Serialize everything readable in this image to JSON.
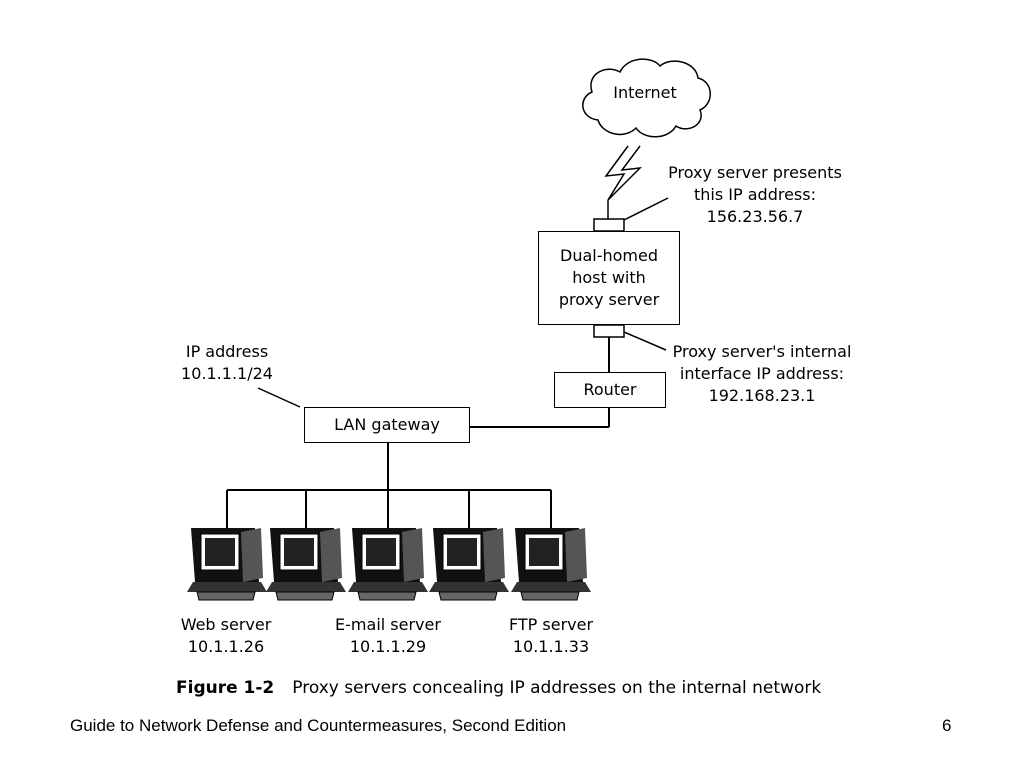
{
  "cloud": {
    "label": "Internet"
  },
  "proxy_external": {
    "line1": "Proxy server presents",
    "line2": "this IP address:",
    "line3": "156.23.56.7"
  },
  "dual_homed": {
    "line1": "Dual-homed",
    "line2": "host with",
    "line3": "proxy server"
  },
  "proxy_internal": {
    "line1": "Proxy server's internal",
    "line2": "interface IP address:",
    "line3": "192.168.23.1"
  },
  "router": {
    "label": "Router"
  },
  "gateway_ip": {
    "line1": "IP address",
    "line2": "10.1.1.1/24"
  },
  "lan_gateway": {
    "label": "LAN gateway"
  },
  "servers": [
    {
      "name": "Web server",
      "ip": "10.1.1.26"
    },
    {
      "name": "E-mail server",
      "ip": "10.1.1.29"
    },
    {
      "name": "FTP server",
      "ip": "10.1.1.33"
    }
  ],
  "caption": {
    "figure": "Figure 1-2",
    "text": "Proxy servers concealing IP addresses on the internal network"
  },
  "footer": {
    "title": "Guide to Network Defense and Countermeasures, Second Edition",
    "page": "6"
  }
}
